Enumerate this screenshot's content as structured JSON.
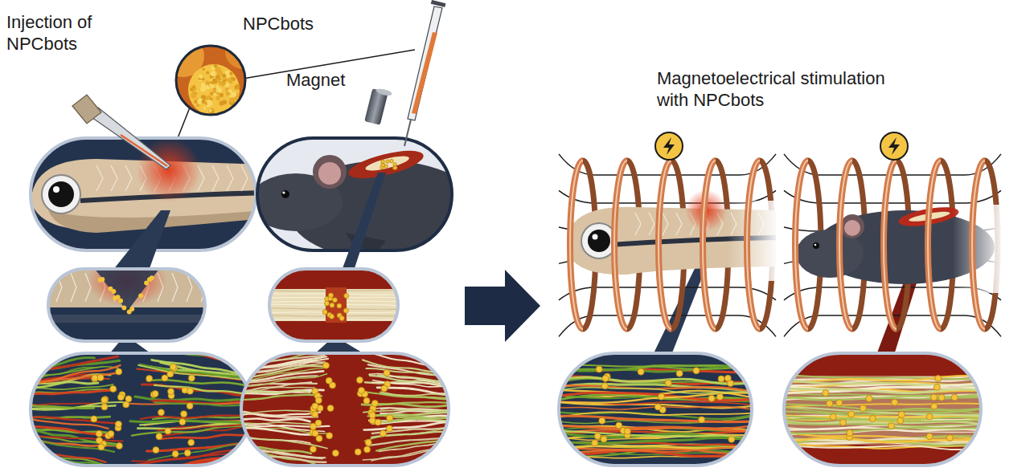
{
  "diagram": {
    "labels": [
      "Injection of NPCbots",
      "NPCbots",
      "Magnet",
      "Magnetoelectrical stimulation with NPCbots"
    ]
  }
}
